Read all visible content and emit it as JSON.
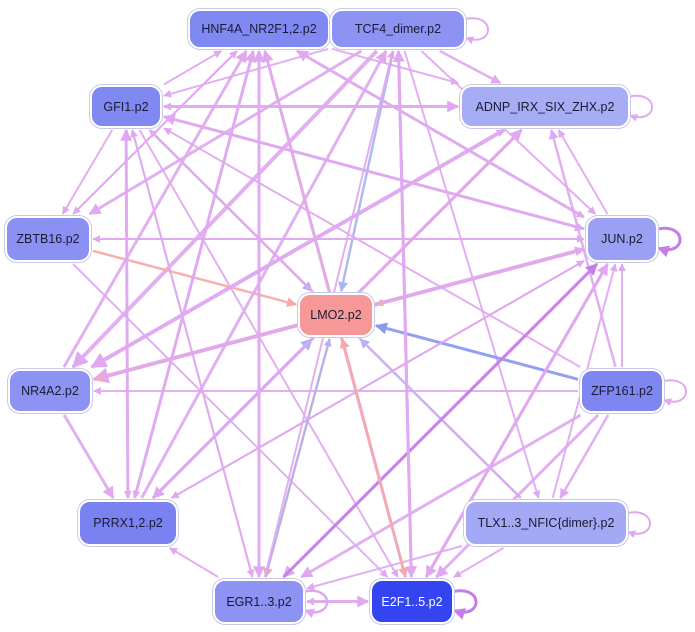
{
  "diagram": {
    "colors": {
      "edge_violet": "#dfa8f0",
      "edge_violet_dark": "#c57ee8",
      "edge_pink": "#f8a8a8",
      "edge_blue": "#a8b4f4",
      "edge_blue_dark": "#8a98f0",
      "node_lmo2": "#f79898",
      "node_e2f1": "#3444f0"
    },
    "nodes": [
      {
        "id": "hnf4a",
        "label": "HNF4A_NR2F1,2.p2",
        "fill": "#8088f2",
        "text": "#1a1a33"
      },
      {
        "id": "tcf4",
        "label": "TCF4_dimer.p2",
        "fill": "#8c93f3",
        "text": "#1a1a33"
      },
      {
        "id": "gfi1",
        "label": "GFI1.p2",
        "fill": "#8088f2",
        "text": "#1a1a33"
      },
      {
        "id": "adnp",
        "label": "ADNP_IRX_SIX_ZHX.p2",
        "fill": "#a7adf5",
        "text": "#1a1a33"
      },
      {
        "id": "zbtb16",
        "label": "ZBTB16.p2",
        "fill": "#8a91f3",
        "text": "#1a1a33"
      },
      {
        "id": "jun",
        "label": "JUN.p2",
        "fill": "#9aa1f4",
        "text": "#1a1a33"
      },
      {
        "id": "lmo2",
        "label": "LMO2.p2",
        "fill": "#f79898",
        "text": "#1a1a33"
      },
      {
        "id": "nr4a2",
        "label": "NR4A2.p2",
        "fill": "#8c93f3",
        "text": "#1a1a33"
      },
      {
        "id": "zfp161",
        "label": "ZFP161.p2",
        "fill": "#7e86f2",
        "text": "#1a1a33"
      },
      {
        "id": "prrx",
        "label": "PRRX1,2.p2",
        "fill": "#7a82f1",
        "text": "#1a1a33"
      },
      {
        "id": "tlx",
        "label": "TLX1..3_NFIC{dimer}.p2",
        "fill": "#a3a9f5",
        "text": "#1a1a33"
      },
      {
        "id": "egr",
        "label": "EGR1..3.p2",
        "fill": "#8c93f3",
        "text": "#1a1a33"
      },
      {
        "id": "e2f1",
        "label": "E2F1..5.p2",
        "fill": "#3444f0",
        "text": "#ffffff"
      }
    ],
    "edges": [
      {
        "from": "gfi1",
        "to": "adnp",
        "color": "edge_violet",
        "w": 3
      },
      {
        "from": "gfi1",
        "to": "hnf4a",
        "color": "edge_violet",
        "w": 2
      },
      {
        "from": "gfi1",
        "to": "lmo2",
        "color": "edge_blue",
        "w": 2.5
      },
      {
        "from": "gfi1",
        "to": "jun",
        "color": "edge_violet",
        "w": 2.5
      },
      {
        "from": "gfi1",
        "to": "zbtb16",
        "color": "edge_violet",
        "w": 2
      },
      {
        "from": "gfi1",
        "to": "prrx",
        "color": "edge_violet",
        "w": 2
      },
      {
        "from": "gfi1",
        "to": "egr",
        "color": "edge_violet",
        "w": 2
      },
      {
        "from": "gfi1",
        "to": "e2f1",
        "color": "edge_violet",
        "w": 2
      },
      {
        "from": "hnf4a",
        "to": "tcf4",
        "color": "edge_violet",
        "w": 2
      },
      {
        "from": "hnf4a",
        "to": "adnp",
        "color": "edge_violet",
        "w": 2
      },
      {
        "from": "hnf4a",
        "to": "jun",
        "color": "edge_violet",
        "w": 2
      },
      {
        "from": "hnf4a",
        "to": "zbtb16",
        "color": "edge_violet",
        "w": 2
      },
      {
        "from": "hnf4a",
        "to": "egr",
        "color": "edge_violet",
        "w": 3
      },
      {
        "from": "hnf4a",
        "to": "prrx",
        "color": "edge_violet",
        "w": 2
      },
      {
        "from": "tcf4",
        "to": "hnf4a",
        "color": "edge_violet",
        "w": 2
      },
      {
        "from": "tcf4",
        "to": "adnp",
        "color": "edge_violet",
        "w": 2.5
      },
      {
        "from": "tcf4",
        "to": "gfi1",
        "color": "edge_violet",
        "w": 2
      },
      {
        "from": "tcf4",
        "to": "nr4a2",
        "color": "edge_violet",
        "w": 4
      },
      {
        "from": "tcf4",
        "to": "zbtb16",
        "color": "edge_violet",
        "w": 3
      },
      {
        "from": "tcf4",
        "to": "e2f1",
        "color": "edge_violet",
        "w": 3
      },
      {
        "from": "tcf4",
        "to": "lmo2",
        "color": "edge_blue",
        "w": 2.5
      },
      {
        "from": "tcf4",
        "to": "jun",
        "color": "edge_violet",
        "w": 2
      },
      {
        "from": "tcf4",
        "to": "tlx",
        "color": "edge_violet",
        "w": 2
      },
      {
        "from": "adnp",
        "to": "nr4a2",
        "color": "edge_violet",
        "w": 4
      },
      {
        "from": "adnp",
        "to": "prrx",
        "color": "edge_violet",
        "w": 3
      },
      {
        "from": "adnp",
        "to": "gfi1",
        "color": "edge_violet",
        "w": 2
      },
      {
        "from": "zbtb16",
        "to": "hnf4a",
        "color": "edge_violet",
        "w": 2
      },
      {
        "from": "zbtb16",
        "to": "lmo2",
        "color": "edge_pink",
        "w": 2.5
      },
      {
        "from": "zbtb16",
        "to": "jun",
        "color": "edge_violet",
        "w": 2
      },
      {
        "from": "zbtb16",
        "to": "e2f1",
        "color": "edge_violet",
        "w": 2
      },
      {
        "from": "jun",
        "to": "gfi1",
        "color": "edge_violet",
        "w": 3
      },
      {
        "from": "jun",
        "to": "hnf4a",
        "color": "edge_violet",
        "w": 3
      },
      {
        "from": "jun",
        "to": "nr4a2",
        "color": "edge_violet",
        "w": 4
      },
      {
        "from": "jun",
        "to": "lmo2",
        "color": "edge_pink",
        "w": 2
      },
      {
        "from": "jun",
        "to": "egr",
        "color": "edge_violet",
        "w": 3
      },
      {
        "from": "jun",
        "to": "e2f1",
        "color": "edge_violet",
        "w": 3
      },
      {
        "from": "jun",
        "to": "prrx",
        "color": "edge_violet",
        "w": 2
      },
      {
        "from": "jun",
        "to": "zbtb16",
        "color": "edge_violet",
        "w": 2
      },
      {
        "from": "jun",
        "to": "adnp",
        "color": "edge_violet",
        "w": 2
      },
      {
        "from": "lmo2",
        "to": "adnp",
        "color": "edge_pink",
        "w": 2.5
      },
      {
        "from": "lmo2",
        "to": "nr4a2",
        "color": "edge_pink",
        "w": 2.5
      },
      {
        "from": "lmo2",
        "to": "hnf4a",
        "color": "edge_pink",
        "w": 2.5
      },
      {
        "from": "lmo2",
        "to": "e2f1",
        "color": "edge_pink",
        "w": 2.5
      },
      {
        "from": "lmo2",
        "to": "egr",
        "color": "edge_pink",
        "w": 2.5
      },
      {
        "from": "lmo2",
        "to": "gfi1",
        "color": "edge_pink",
        "w": 2
      },
      {
        "from": "nr4a2",
        "to": "hnf4a",
        "color": "edge_violet",
        "w": 3
      },
      {
        "from": "nr4a2",
        "to": "prrx",
        "color": "edge_violet",
        "w": 3
      },
      {
        "from": "nr4a2",
        "to": "jun",
        "color": "edge_violet",
        "w": 2.5
      },
      {
        "from": "nr4a2",
        "to": "adnp",
        "color": "edge_violet",
        "w": 2
      },
      {
        "from": "zfp161",
        "to": "lmo2",
        "color": "edge_blue_dark",
        "w": 3
      },
      {
        "from": "zfp161",
        "to": "nr4a2",
        "color": "edge_violet",
        "w": 2
      },
      {
        "from": "zfp161",
        "to": "adnp",
        "color": "edge_violet",
        "w": 2.5
      },
      {
        "from": "zfp161",
        "to": "jun",
        "color": "edge_violet",
        "w": 2
      },
      {
        "from": "zfp161",
        "to": "egr",
        "color": "edge_violet",
        "w": 3
      },
      {
        "from": "zfp161",
        "to": "e2f1",
        "color": "edge_violet",
        "w": 3
      },
      {
        "from": "zfp161",
        "to": "gfi1",
        "color": "edge_violet",
        "w": 2
      },
      {
        "from": "zfp161",
        "to": "tlx",
        "color": "edge_violet",
        "w": 2.5
      },
      {
        "from": "prrx",
        "to": "lmo2",
        "color": "edge_blue",
        "w": 3
      },
      {
        "from": "prrx",
        "to": "gfi1",
        "color": "edge_violet",
        "w": 3
      },
      {
        "from": "prrx",
        "to": "tcf4",
        "color": "edge_violet",
        "w": 3
      },
      {
        "from": "prrx",
        "to": "adnp",
        "color": "edge_violet",
        "w": 3
      },
      {
        "from": "prrx",
        "to": "jun",
        "color": "edge_violet",
        "w": 2
      },
      {
        "from": "prrx",
        "to": "hnf4a",
        "color": "edge_violet",
        "w": 3
      },
      {
        "from": "tlx",
        "to": "lmo2",
        "color": "edge_blue",
        "w": 2.5
      },
      {
        "from": "tlx",
        "to": "gfi1",
        "color": "edge_violet",
        "w": 2
      },
      {
        "from": "tlx",
        "to": "e2f1",
        "color": "edge_violet",
        "w": 2
      },
      {
        "from": "tlx",
        "to": "egr",
        "color": "edge_violet",
        "w": 2
      },
      {
        "from": "tlx",
        "to": "jun",
        "color": "edge_violet",
        "w": 2
      },
      {
        "from": "egr",
        "to": "prrx",
        "color": "edge_violet",
        "w": 2
      },
      {
        "from": "egr",
        "to": "e2f1",
        "color": "edge_violet",
        "w": 3
      },
      {
        "from": "egr",
        "to": "lmo2",
        "color": "edge_blue",
        "w": 2
      },
      {
        "from": "egr",
        "to": "jun",
        "color": "edge_violet_dark",
        "w": 3
      },
      {
        "from": "egr",
        "to": "tcf4",
        "color": "edge_violet",
        "w": 2
      },
      {
        "from": "egr",
        "to": "hnf4a",
        "color": "edge_violet",
        "w": 3
      },
      {
        "from": "egr",
        "to": "gfi1",
        "color": "edge_violet",
        "w": 2
      },
      {
        "from": "e2f1",
        "to": "tcf4",
        "color": "edge_violet",
        "w": 3
      },
      {
        "from": "e2f1",
        "to": "jun",
        "color": "edge_violet",
        "w": 3
      },
      {
        "from": "e2f1",
        "to": "hnf4a",
        "color": "edge_violet",
        "w": 3
      },
      {
        "from": "e2f1",
        "to": "lmo2",
        "color": "edge_pink",
        "w": 2.5
      },
      {
        "from": "e2f1",
        "to": "egr",
        "color": "edge_violet",
        "w": 2
      }
    ],
    "self_loops": [
      {
        "node": "tcf4",
        "color": "edge_violet",
        "w": 2
      },
      {
        "node": "adnp",
        "color": "edge_violet",
        "w": 2
      },
      {
        "node": "jun",
        "color": "edge_violet_dark",
        "w": 3
      },
      {
        "node": "zfp161",
        "color": "edge_violet",
        "w": 2
      },
      {
        "node": "tlx",
        "color": "edge_violet",
        "w": 2
      },
      {
        "node": "egr",
        "color": "edge_violet",
        "w": 2.5
      },
      {
        "node": "e2f1",
        "color": "edge_violet_dark",
        "w": 3
      },
      {
        "node": "hnf4a",
        "color": "edge_violet",
        "w": 2
      }
    ]
  }
}
